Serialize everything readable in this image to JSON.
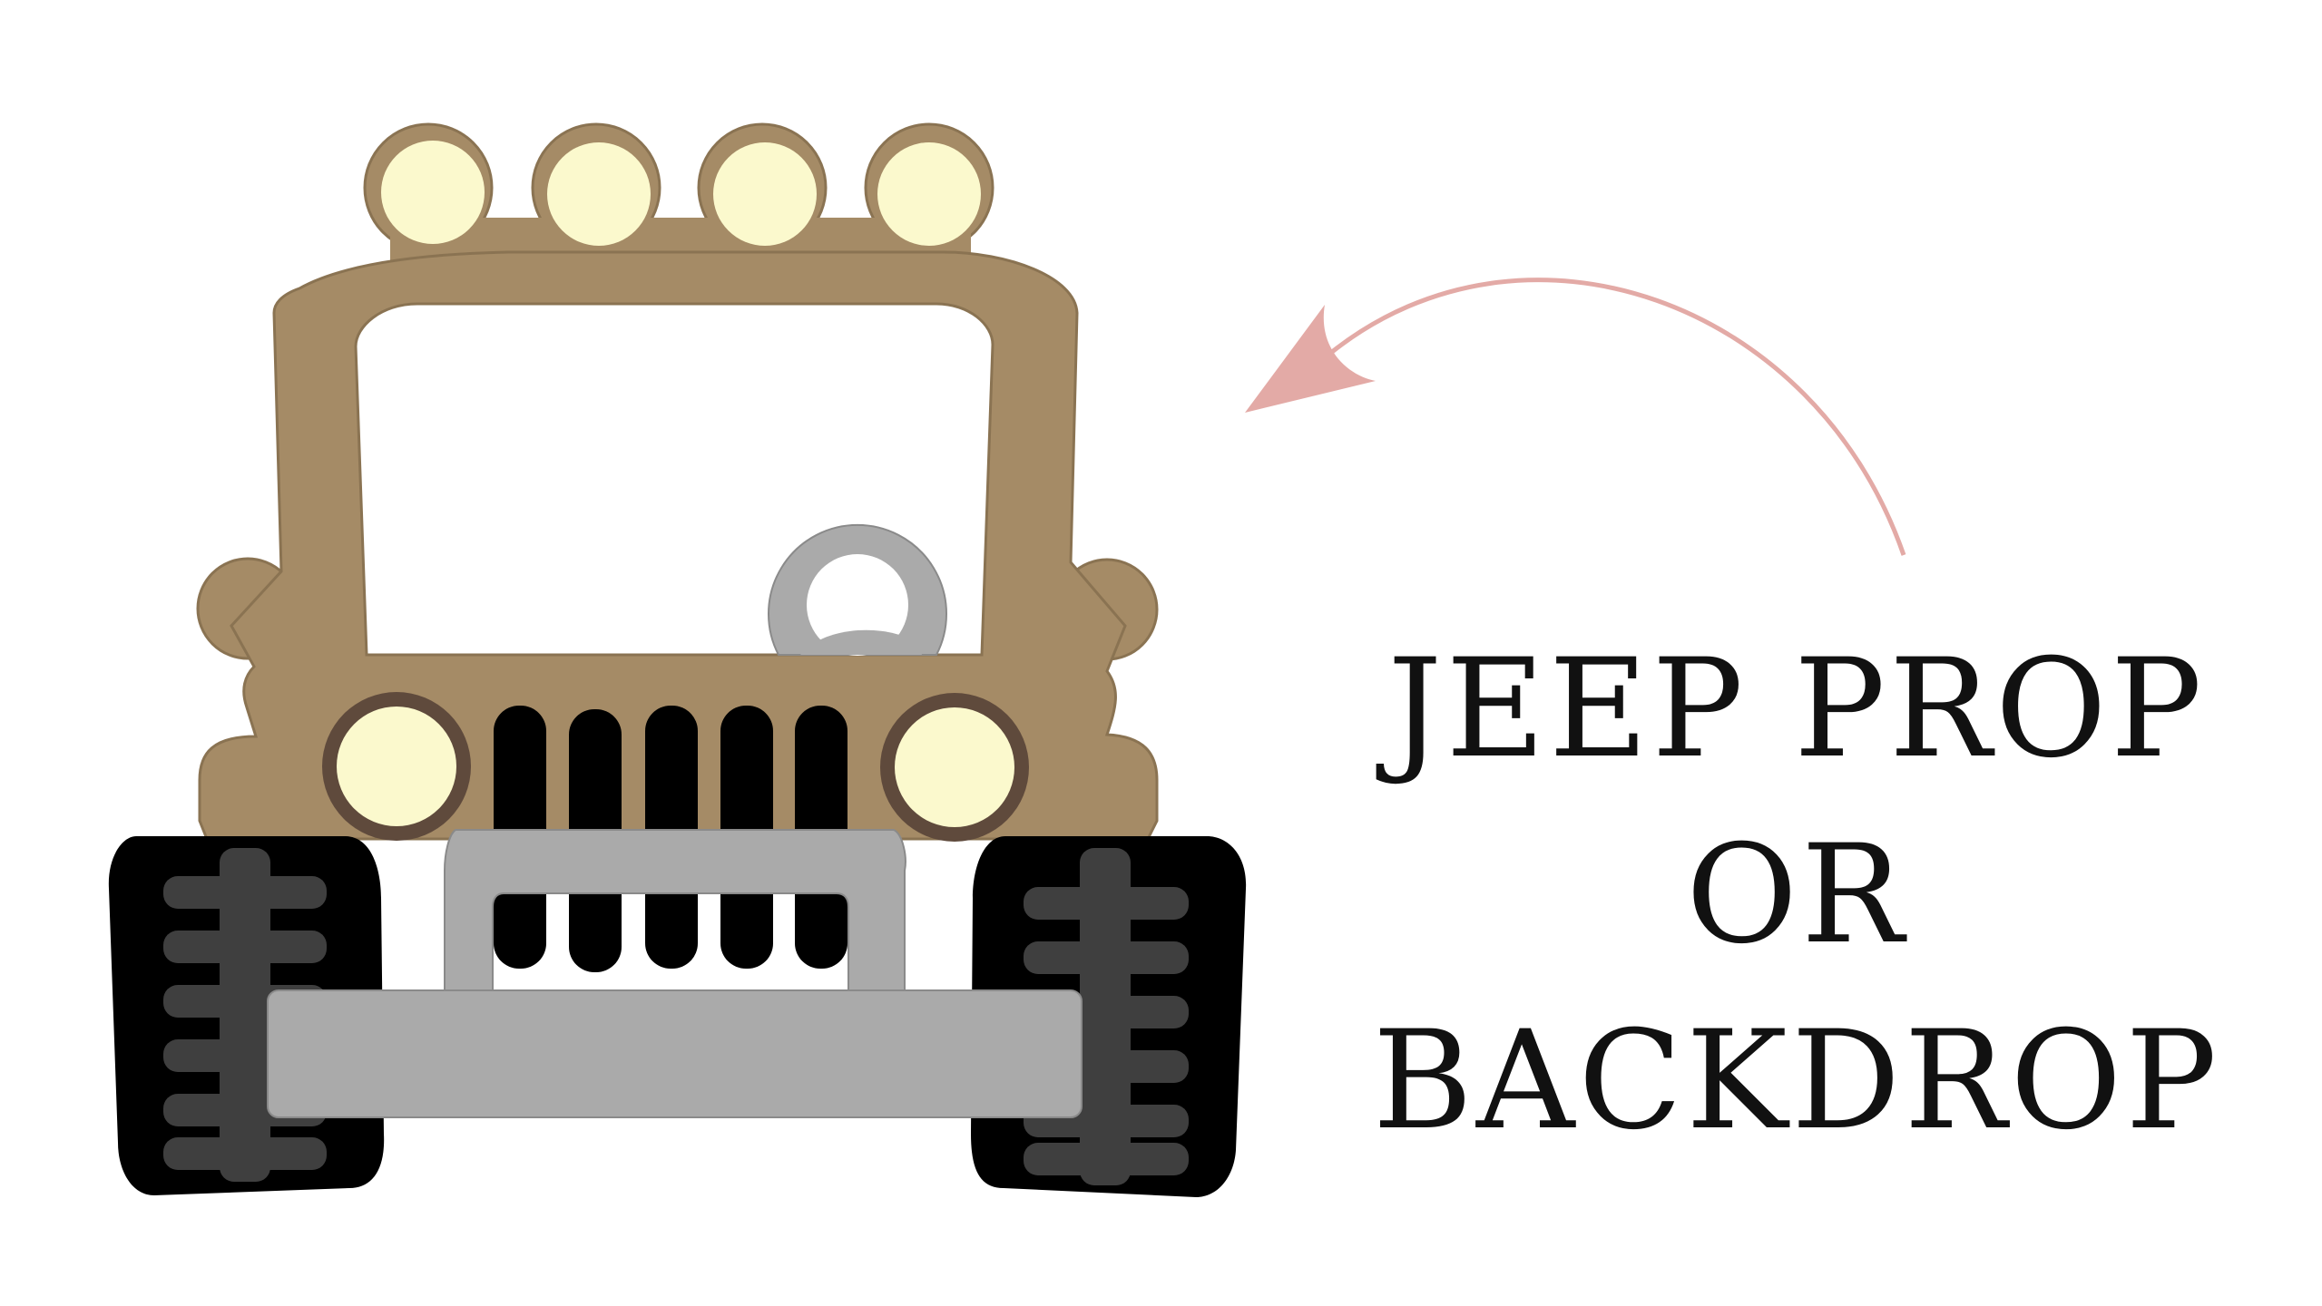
{
  "caption": {
    "lines": [
      "JEEP PROP",
      "OR",
      "BACKDROP"
    ]
  },
  "colors": {
    "background": "#ffffff",
    "body": "#a58b66",
    "body_outline": "#8a7352",
    "lamp": "#fbf9cd",
    "headlight_ring": "#5f4a3c",
    "bumper": "#aaaaaa",
    "tire": "#000000",
    "tread": "#3f3f3f",
    "grille_slot": "#000000",
    "arrow": "#e3aaa6",
    "text": "#111111"
  },
  "icons": {
    "illustration": "jeep-illustration",
    "pointer": "curved-arrow-icon"
  }
}
